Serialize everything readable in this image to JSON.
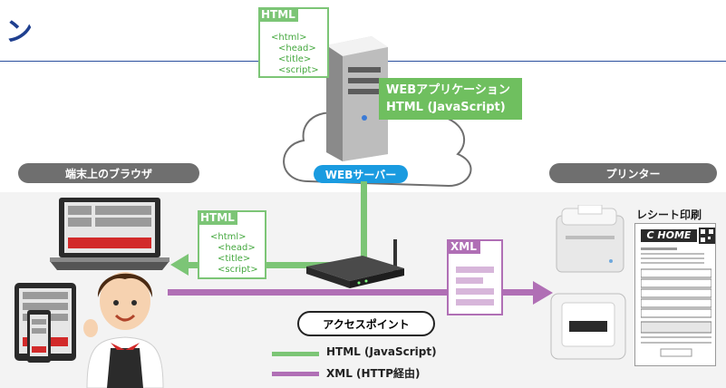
{
  "header": {
    "title_glyph": "ン"
  },
  "labels": {
    "browser": "端末上のブラウザ",
    "printer": "プリンター",
    "web_server": "WEBサーバー",
    "access_point": "アクセスポイント",
    "receipt_print": "レシート印刷"
  },
  "web_app": {
    "line1": "WEBアプリケーション",
    "line2": "HTML (JavaScript)"
  },
  "html_card_top": {
    "tag": "HTML",
    "lines": [
      "<html>",
      "<head>",
      "<title>",
      "<script>"
    ]
  },
  "html_card_mid": {
    "tag": "HTML",
    "lines": [
      "<html>",
      "<head>",
      "<title>",
      "<script>"
    ]
  },
  "xml_card": {
    "tag": "XML"
  },
  "receipt": {
    "brand": "C HOME"
  },
  "legend": [
    {
      "label": "HTML (JavaScript)",
      "color": "#7cc576"
    },
    {
      "label": "XML (HTTP経由)",
      "color": "#b06fb5"
    }
  ],
  "colors": {
    "green": "#7cc576",
    "purple": "#b06fb5",
    "blue": "#1a9be0",
    "navy": "#1f3f8f"
  }
}
